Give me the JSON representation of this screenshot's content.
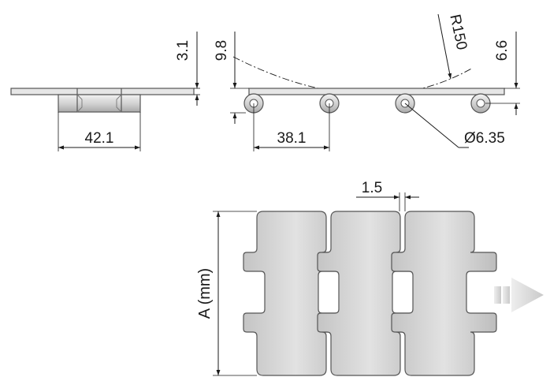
{
  "dimensions": {
    "thickness": "3.1",
    "hinge_width": "42.1",
    "side_height": "9.8",
    "radius": "R150",
    "pin_offset": "6.6",
    "pitch": "38.1",
    "pin_diameter": "Ø6.35",
    "gap": "1.5",
    "chain_width": "A (mm)"
  },
  "colors": {
    "plate_fill": "#cfcfcf",
    "plate_stroke": "#555555",
    "line": "#1a1a1a",
    "arrow": "#d9d9d9"
  },
  "icons": {
    "direction": "direction-arrow-icon"
  }
}
